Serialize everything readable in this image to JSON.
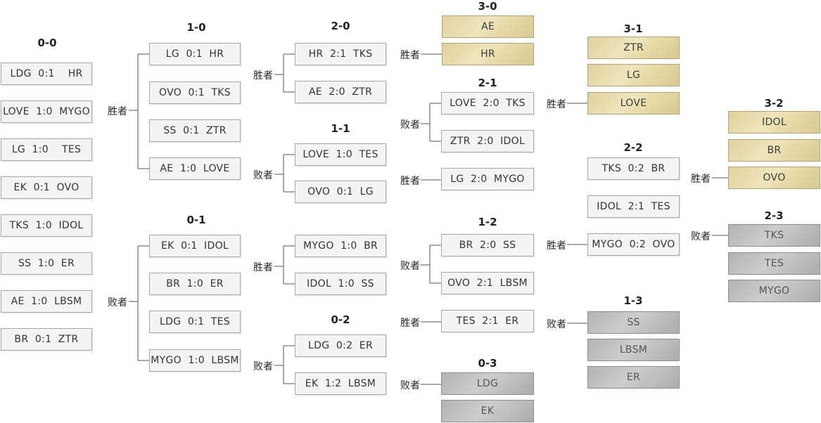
{
  "headers": [
    "0-0",
    "1-0",
    "0-1",
    "2-0",
    "1-1",
    "0-2",
    "3-0",
    "2-1",
    "1-2",
    "0-3",
    "3-1",
    "2-2",
    "1-3",
    "3-2",
    "2-3"
  ],
  "labels": {
    "winner": "胜者",
    "loser": "败者"
  },
  "round1": [
    "LDG  0:1    HR",
    "LOVE  1:0  MYGO",
    "LG  1:0    TES",
    "EK  0:1  OVO",
    "TKS  1:0  IDOL",
    "SS  1:0  ER",
    "AE  1:0  LBSM",
    "BR  0:1  ZTR"
  ],
  "round2_10": [
    "LG  0:1  HR",
    "OVO  0:1  TKS",
    "SS  0:1  ZTR",
    "AE  1:0  LOVE"
  ],
  "round2_01": [
    "EK  0:1  IDOL",
    "BR  1:0  ER",
    "LDG  0:1  TES",
    "MYGO  1:0  LBSM"
  ],
  "round3_20": [
    "HR  2:1  TKS",
    "AE  2:0  ZTR"
  ],
  "round3_11": [
    "LOVE  1:0  TES",
    "OVO  0:1  LG"
  ],
  "round3_11b": [
    "MYGO  1:0  BR",
    "IDOL  1:0  SS"
  ],
  "round3_02": [
    "LDG  0:2  ER",
    "EK  1:2  LBSM"
  ],
  "adv_30": [
    "AE",
    "HR"
  ],
  "round4_21": [
    "LOVE  2:0  TKS",
    "ZTR  2:0  IDOL",
    "LG  2:0  MYGO"
  ],
  "round4_12": [
    "BR  2:0  SS",
    "OVO  2:1  LBSM",
    "TES  2:1  ER"
  ],
  "elim_03": [
    "LDG",
    "EK"
  ],
  "adv_31": [
    "ZTR",
    "LG",
    "LOVE"
  ],
  "round5_22": [
    "TKS  0:2  BR",
    "IDOL  2:1  TES",
    "MYGO  0:2  OVO"
  ],
  "elim_13": [
    "SS",
    "LBSM",
    "ER"
  ],
  "adv_32": [
    "IDOL",
    "BR",
    "OVO"
  ],
  "elim_23": [
    "TKS",
    "TES",
    "MYGO"
  ]
}
